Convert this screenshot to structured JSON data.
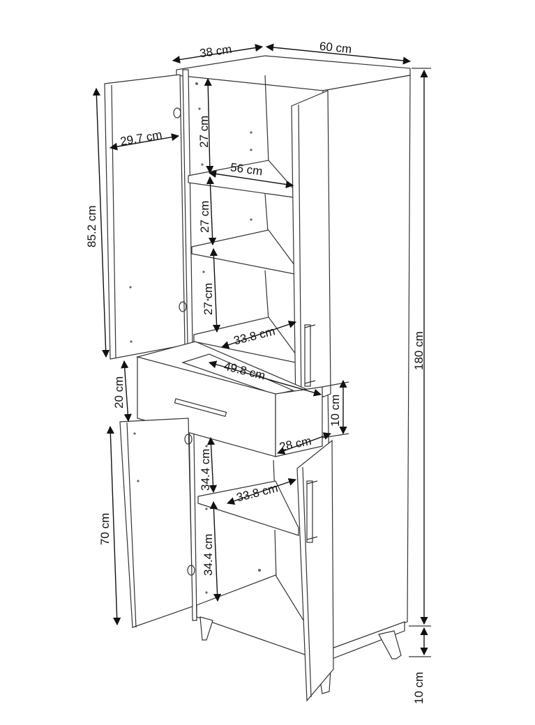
{
  "diagram": {
    "units": "cm",
    "dimensions": {
      "depth": "38 cm",
      "width": "60 cm",
      "height": "180 cm",
      "upper_door_height": "85.2 cm",
      "upper_door_depth": "29.7 cm",
      "upper_compartment_1": "27 cm",
      "upper_compartment_2": "27 cm",
      "upper_compartment_3": "27 cm",
      "upper_shelf_width": "56 cm",
      "upper_shelf_depth": "33.8 cm",
      "drawer_gap": "20 cm",
      "drawer_width": "49.8 cm",
      "drawer_depth": "28 cm",
      "drawer_height": "10 cm",
      "lower_door_height": "70 cm",
      "lower_compartment_1": "34.4 cm",
      "lower_compartment_2": "34.4 cm",
      "lower_shelf_depth": "33.8 cm",
      "leg_height": "10 cm"
    }
  }
}
